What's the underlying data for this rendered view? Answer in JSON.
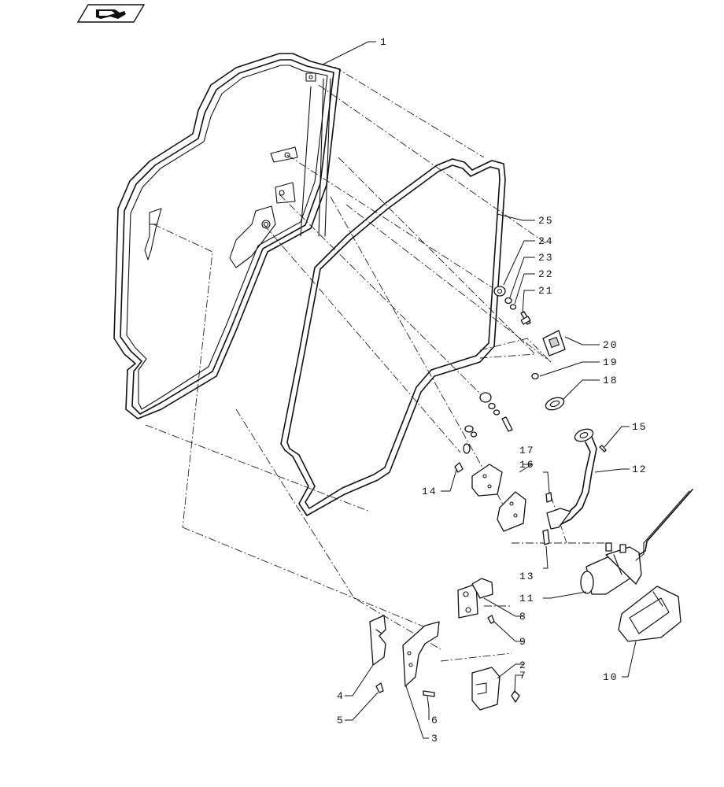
{
  "diagram": {
    "icon": "book-arrow-icon",
    "callouts": [
      {
        "id": "c1",
        "text": "1"
      },
      {
        "id": "c2",
        "text": "2"
      },
      {
        "id": "c3",
        "text": "3"
      },
      {
        "id": "c4",
        "text": "4"
      },
      {
        "id": "c5",
        "text": "5"
      },
      {
        "id": "c6",
        "text": "6"
      },
      {
        "id": "c7",
        "text": "7"
      },
      {
        "id": "c8",
        "text": "8"
      },
      {
        "id": "c9",
        "text": "9"
      },
      {
        "id": "c10",
        "text": "10"
      },
      {
        "id": "c11",
        "text": "11"
      },
      {
        "id": "c12",
        "text": "12"
      },
      {
        "id": "c13",
        "text": "13"
      },
      {
        "id": "c14",
        "text": "14"
      },
      {
        "id": "c15",
        "text": "15"
      },
      {
        "id": "c16",
        "text": "16"
      },
      {
        "id": "c17",
        "text": "17"
      },
      {
        "id": "c18",
        "text": "18"
      },
      {
        "id": "c19",
        "text": "19"
      },
      {
        "id": "c20",
        "text": "20"
      },
      {
        "id": "c21",
        "text": "21"
      },
      {
        "id": "c22",
        "text": "22"
      },
      {
        "id": "c23",
        "text": "23"
      },
      {
        "id": "c24",
        "text": "24"
      },
      {
        "id": "c25",
        "text": "25"
      }
    ]
  }
}
